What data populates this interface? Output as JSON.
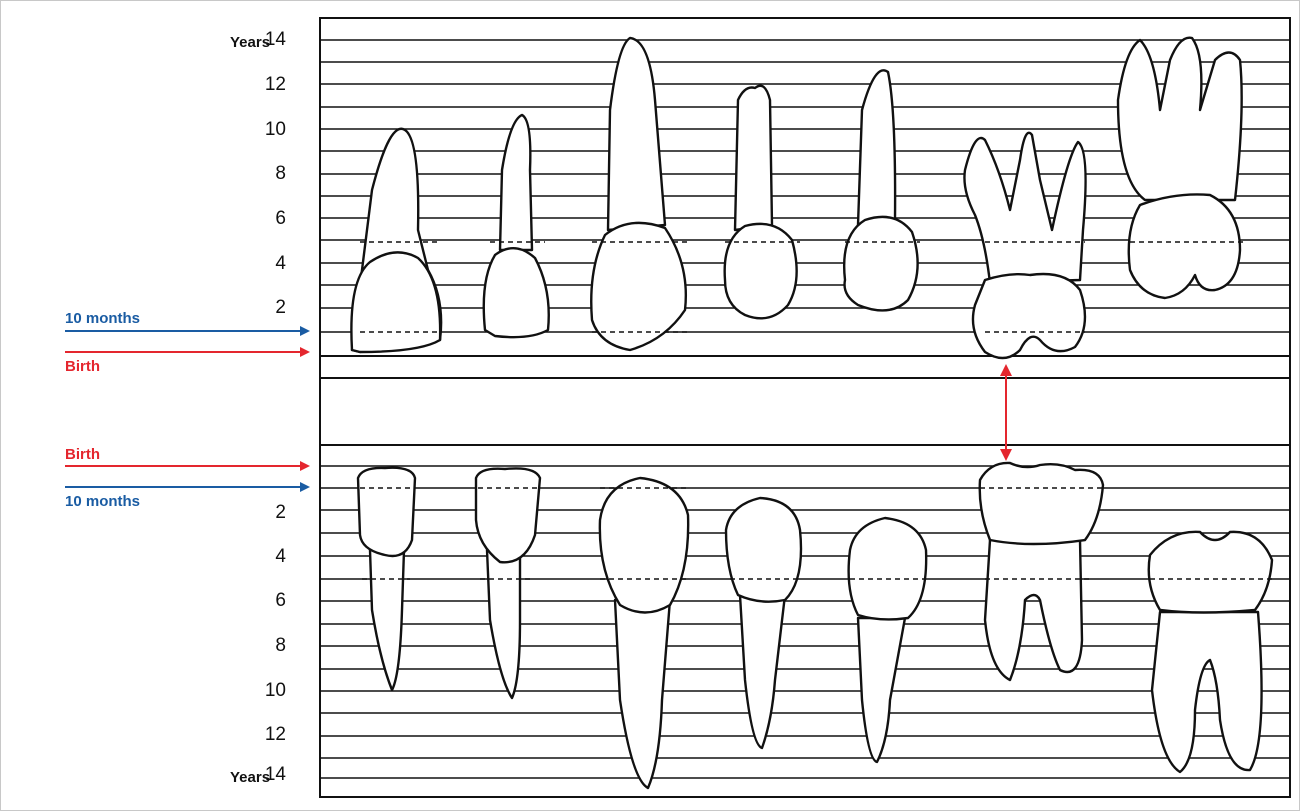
{
  "upper_axis": {
    "unit_label": "Years",
    "ticks": [
      "14",
      "12",
      "10",
      "8",
      "6",
      "4",
      "2"
    ]
  },
  "lower_axis": {
    "unit_label": "Years",
    "ticks": [
      "2",
      "4",
      "6",
      "8",
      "10",
      "12",
      "14"
    ]
  },
  "markers": {
    "upper_ten_months": "10 months",
    "upper_birth": "Birth",
    "lower_birth": "Birth",
    "lower_ten_months": "10 months"
  },
  "colors": {
    "ten_months_arrow": "#1a5ca3",
    "birth_arrow": "#e4262e",
    "occlusion_arrow": "#e4262e"
  }
}
